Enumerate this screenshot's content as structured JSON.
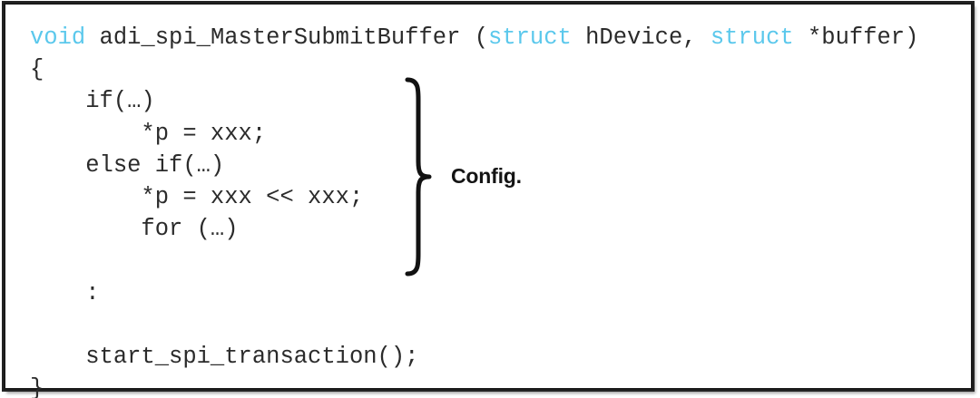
{
  "figure": {
    "kind": "code-listing-with-annotation",
    "background_color": "#ffffff",
    "border_color": "#1a1a1a",
    "keyword_color": "#5bc8ec",
    "code_color": "#2b2b2b",
    "annotation_color": "#141414"
  },
  "code": {
    "language": "c",
    "lines": [
      {
        "id": "line-signature",
        "text": "void adi_spi_MasterSubmitBuffer (struct hDevice, struct *buffer)",
        "indent": 0,
        "tokens": [
          {
            "t": "void",
            "kw": true
          },
          {
            "t": " adi_spi_MasterSubmitBuffer (",
            "kw": false
          },
          {
            "t": "struct",
            "kw": true
          },
          {
            "t": " hDevice, ",
            "kw": false
          },
          {
            "t": "struct",
            "kw": true
          },
          {
            "t": " *buffer)",
            "kw": false
          }
        ]
      },
      {
        "id": "line-open-brace",
        "text": "{",
        "indent": 0,
        "tokens": [
          {
            "t": "{",
            "kw": false
          }
        ]
      },
      {
        "id": "line-if",
        "text": "    if(…)",
        "indent": 4,
        "tokens": [
          {
            "t": "    if(…)",
            "kw": false
          }
        ]
      },
      {
        "id": "line-assign-1",
        "text": "        *p = xxx;",
        "indent": 8,
        "tokens": [
          {
            "t": "        *p = xxx;",
            "kw": false
          }
        ]
      },
      {
        "id": "line-else-if",
        "text": "    else if(…)",
        "indent": 4,
        "tokens": [
          {
            "t": "    else if(…)",
            "kw": false
          }
        ]
      },
      {
        "id": "line-assign-2",
        "text": "        *p = xxx << xxx;",
        "indent": 8,
        "tokens": [
          {
            "t": "        *p = xxx << xxx;",
            "kw": false
          }
        ]
      },
      {
        "id": "line-for",
        "text": "        for (…)",
        "indent": 8,
        "tokens": [
          {
            "t": "        for (…)",
            "kw": false
          }
        ]
      },
      {
        "id": "line-blank-1",
        "text": "",
        "indent": 0,
        "tokens": []
      },
      {
        "id": "line-colon",
        "text": "    :",
        "indent": 4,
        "tokens": [
          {
            "t": "    :",
            "kw": false
          }
        ]
      },
      {
        "id": "line-blank-2",
        "text": "",
        "indent": 0,
        "tokens": []
      },
      {
        "id": "line-start-call",
        "text": "    start_spi_transaction();",
        "indent": 4,
        "tokens": [
          {
            "t": "    start_spi_transaction();",
            "kw": false
          }
        ]
      },
      {
        "id": "line-close-brace",
        "text": "}",
        "indent": 0,
        "tokens": [
          {
            "t": "}",
            "kw": false
          }
        ]
      }
    ]
  },
  "annotation": {
    "brace_icon": "right-curly-brace-icon",
    "label": "Config.",
    "spans_lines": [
      "line-if",
      "line-assign-1",
      "line-else-if",
      "line-assign-2",
      "line-for",
      "line-blank-1",
      "line-colon"
    ]
  }
}
